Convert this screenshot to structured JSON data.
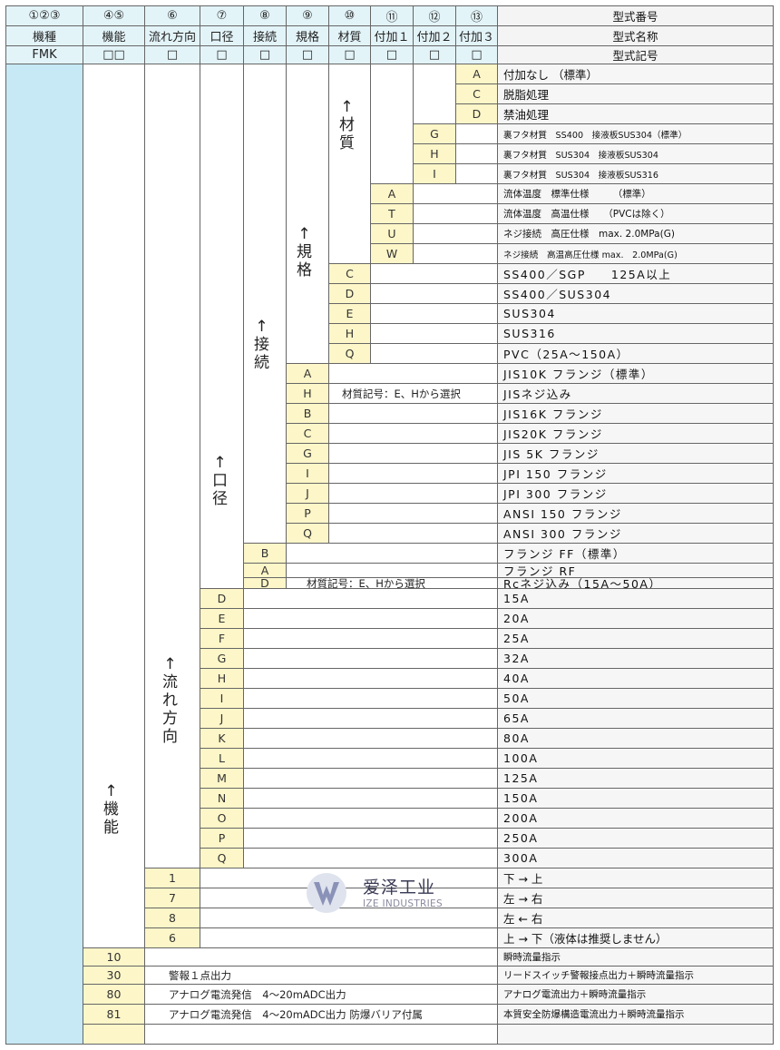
{
  "header": {
    "numbers": [
      "①②③",
      "④⑤",
      "⑥",
      "⑦",
      "⑧",
      "⑨",
      "⑩",
      "⑪",
      "⑫",
      "⑬"
    ],
    "names": [
      "機種",
      "機能",
      "流れ方向",
      "口径",
      "接続",
      "規格",
      "材質",
      "付加１",
      "付加２",
      "付加３"
    ],
    "symbols": [
      "FMK",
      "□□",
      "□",
      "□",
      "□",
      "□",
      "□",
      "□",
      "□",
      "□"
    ],
    "right": [
      "型式番号",
      "型式名称",
      "型式記号"
    ]
  },
  "vertical_labels": {
    "material": "↑材質",
    "standard": "↑規格",
    "connection": "↑接続",
    "bore": "↑口径",
    "flow": "↑流れ方向",
    "function": "↑機能"
  },
  "addon3": [
    {
      "code": "A",
      "desc": "付加なし （標準）"
    },
    {
      "code": "C",
      "desc": "脱脂処理"
    },
    {
      "code": "D",
      "desc": "禁油処理"
    }
  ],
  "addon2": [
    {
      "code": "G",
      "desc": "裏フタ材質　SS400　接液板SUS304（標準）"
    },
    {
      "code": "H",
      "desc": "裏フタ材質　SUS304　接液板SUS304"
    },
    {
      "code": "I",
      "desc": "裏フタ材質　SUS304　接液板SUS316"
    }
  ],
  "addon1": [
    {
      "code": "A",
      "desc": "流体温度　標準仕様　　　（標準）"
    },
    {
      "code": "T",
      "desc": "流体温度　高温仕様　　（PVCは除く）"
    },
    {
      "code": "U",
      "desc": "ネジ接続　高圧仕様　max. 2.0MPa(G)"
    },
    {
      "code": "W",
      "desc": "ネジ接続　高温高圧仕様 max.　2.0MPa(G)"
    }
  ],
  "material": [
    {
      "code": "C",
      "desc": "SS400／SGP　　125A以上"
    },
    {
      "code": "D",
      "desc": "SS400／SUS304"
    },
    {
      "code": "E",
      "desc": "SUS304"
    },
    {
      "code": "H",
      "desc": "SUS316"
    },
    {
      "code": "Q",
      "desc": "PVC（25A～150A）"
    }
  ],
  "standard": [
    {
      "code": "A",
      "desc": "JIS10K フランジ（標準）",
      "note": ""
    },
    {
      "code": "H",
      "desc": "JISネジ込み",
      "note": "材質記号：E、Hから選択"
    },
    {
      "code": "B",
      "desc": "JIS16K フランジ",
      "note": ""
    },
    {
      "code": "C",
      "desc": "JIS20K フランジ",
      "note": ""
    },
    {
      "code": "G",
      "desc": "JIS 5K フランジ",
      "note": ""
    },
    {
      "code": "I",
      "desc": "JPI 150 フランジ",
      "note": ""
    },
    {
      "code": "J",
      "desc": "JPI 300 フランジ",
      "note": ""
    },
    {
      "code": "P",
      "desc": "ANSI 150 フランジ",
      "note": ""
    },
    {
      "code": "Q",
      "desc": "ANSI 300 フランジ",
      "note": ""
    }
  ],
  "connection": [
    {
      "code": "B",
      "desc": "フランジ FF（標準）",
      "note": ""
    },
    {
      "code": "A",
      "desc": "フランジ RF",
      "note": ""
    },
    {
      "code": "D",
      "desc": "Rcネジ込み（15A～50A）",
      "note": "材質記号：E、Hから選択"
    }
  ],
  "bore": [
    {
      "code": "D",
      "desc": "15A"
    },
    {
      "code": "E",
      "desc": "20A"
    },
    {
      "code": "F",
      "desc": "25A"
    },
    {
      "code": "G",
      "desc": "32A"
    },
    {
      "code": "H",
      "desc": "40A"
    },
    {
      "code": "I",
      "desc": "50A"
    },
    {
      "code": "J",
      "desc": "65A"
    },
    {
      "code": "K",
      "desc": "80A"
    },
    {
      "code": "L",
      "desc": "100A"
    },
    {
      "code": "M",
      "desc": "125A"
    },
    {
      "code": "N",
      "desc": "150A"
    },
    {
      "code": "O",
      "desc": "200A"
    },
    {
      "code": "P",
      "desc": "250A"
    },
    {
      "code": "Q",
      "desc": "300A"
    }
  ],
  "flow": [
    {
      "code": "1",
      "desc": "下 → 上"
    },
    {
      "code": "7",
      "desc": "左 → 右"
    },
    {
      "code": "8",
      "desc": "左 ← 右"
    },
    {
      "code": "6",
      "desc": "上 → 下（液体は推奨しません）"
    }
  ],
  "function": [
    {
      "code": "10",
      "desc": "瞬時流量指示",
      "note": ""
    },
    {
      "code": "30",
      "desc": "リードスイッチ警報接点出力＋瞬時流量指示",
      "note": "警報１点出力"
    },
    {
      "code": "80",
      "desc": "アナログ電流出力＋瞬時流量指示",
      "note": "アナログ電流発信　4～20mADC出力"
    },
    {
      "code": "81",
      "desc": "本質安全防爆構造電流出力＋瞬時流量指示",
      "note": "アナログ電流発信　4～20mADC出力 防爆バリア付属"
    }
  ],
  "watermark": {
    "name": "爱泽工业",
    "sub": "IZE INDUSTRIES"
  }
}
